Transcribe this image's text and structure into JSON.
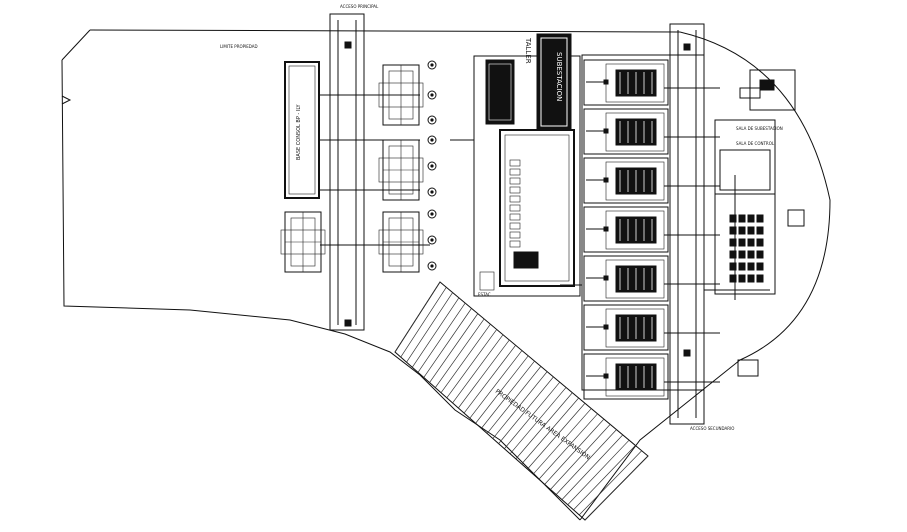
{
  "plan": {
    "labels": {
      "taller": "TALLER",
      "subestacion": "SUBESTACION",
      "right_top": "SALA DE SUBESTACION",
      "right_room": "SALA DE CONTROL",
      "hatch_area": "PROPIEDAD FUTURA AREA EXPANSION",
      "boundary": "LIMITE PROPIEDAD",
      "left_building": "BASE CONSOL BP - ILY",
      "north_label": "ACCESO PRINCIPAL",
      "south_label": "ACCESO SECUNDARIO",
      "estac": "ESTAC."
    }
  }
}
